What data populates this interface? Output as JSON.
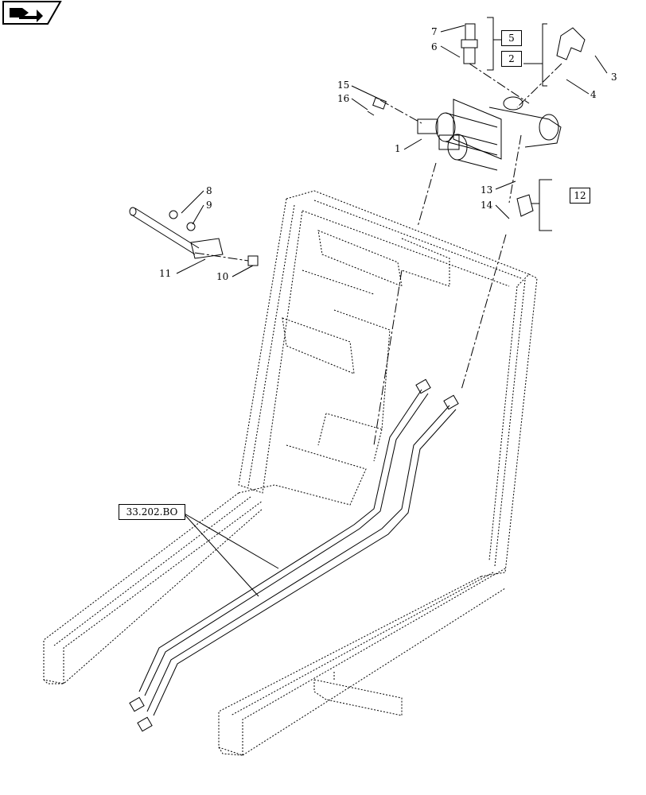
{
  "diagram": {
    "callouts": [
      {
        "id": "c1",
        "text": "1"
      },
      {
        "id": "c3",
        "text": "3"
      },
      {
        "id": "c4",
        "text": "4"
      },
      {
        "id": "c6",
        "text": "6"
      },
      {
        "id": "c7",
        "text": "7"
      },
      {
        "id": "c8",
        "text": "8"
      },
      {
        "id": "c9",
        "text": "9"
      },
      {
        "id": "c10",
        "text": "10"
      },
      {
        "id": "c11",
        "text": "11"
      },
      {
        "id": "c13",
        "text": "13"
      },
      {
        "id": "c14",
        "text": "14"
      },
      {
        "id": "c15",
        "text": "15"
      },
      {
        "id": "c16",
        "text": "16"
      }
    ],
    "boxed": [
      {
        "id": "b5",
        "text": "5"
      },
      {
        "id": "b2",
        "text": "2"
      },
      {
        "id": "b12",
        "text": "12"
      },
      {
        "id": "ref",
        "text": "33.202.BO"
      }
    ]
  }
}
